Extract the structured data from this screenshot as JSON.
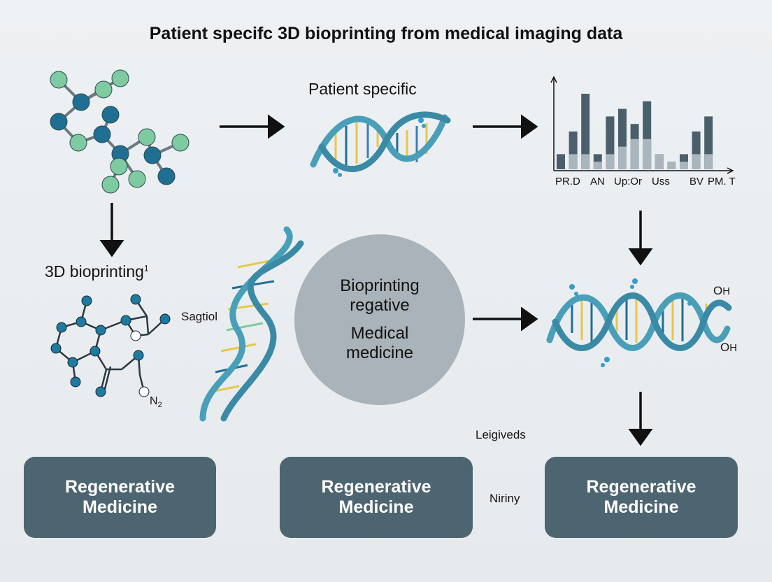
{
  "title": "Patient specifc 3D bioprinting from medical imaging data",
  "labels": {
    "patient_specific": "Patient specific",
    "bioprinting_3d": "3D bioprinting",
    "bioprinting_3d_sup": "1",
    "sagtiol": "Sagtiol",
    "n2": "N",
    "n2_sub": "2",
    "oh_top": "O",
    "oh_top_h": "H",
    "oh_bottom": "O",
    "oh_bottom_h": "H",
    "leigiveds": "Leigiveds",
    "niriny": "Niriny"
  },
  "center_circle": {
    "line1": "Bioprinting",
    "line2": "regative",
    "line3": "Medical",
    "line4": "medicine"
  },
  "boxes": [
    {
      "line1": "Regenerative",
      "line2": "Medicine"
    },
    {
      "line1": "Regenerative",
      "line2": "Medicine"
    },
    {
      "line1": "Regenerative",
      "line2": "Medicine"
    }
  ],
  "chart_data": {
    "type": "bar",
    "categories": [
      "PR.D",
      "AN",
      "Up:Or",
      "Uss",
      "BV",
      "PM. T"
    ],
    "series": [
      {
        "values": [
          2,
          5,
          10,
          2,
          7,
          8,
          6,
          9,
          2,
          1,
          2,
          5,
          7
        ]
      },
      {
        "values": [
          0,
          2,
          2,
          1,
          2,
          3,
          4,
          4,
          2,
          1,
          1,
          2,
          2
        ]
      }
    ],
    "tick_labels": [
      "PR.D",
      "AN",
      "Up:Or",
      "Uss",
      "BV",
      "PM. T"
    ],
    "colors": {
      "dark": "#4a5f6b",
      "light": "#a9b6bd"
    }
  },
  "colors": {
    "arrow": "#111111",
    "node_blue": "#1f6f93",
    "node_green": "#7fcba1",
    "box_fill": "#4d6570",
    "circle_fill": "#a9b3b9",
    "helix": "#4a9fb8"
  }
}
